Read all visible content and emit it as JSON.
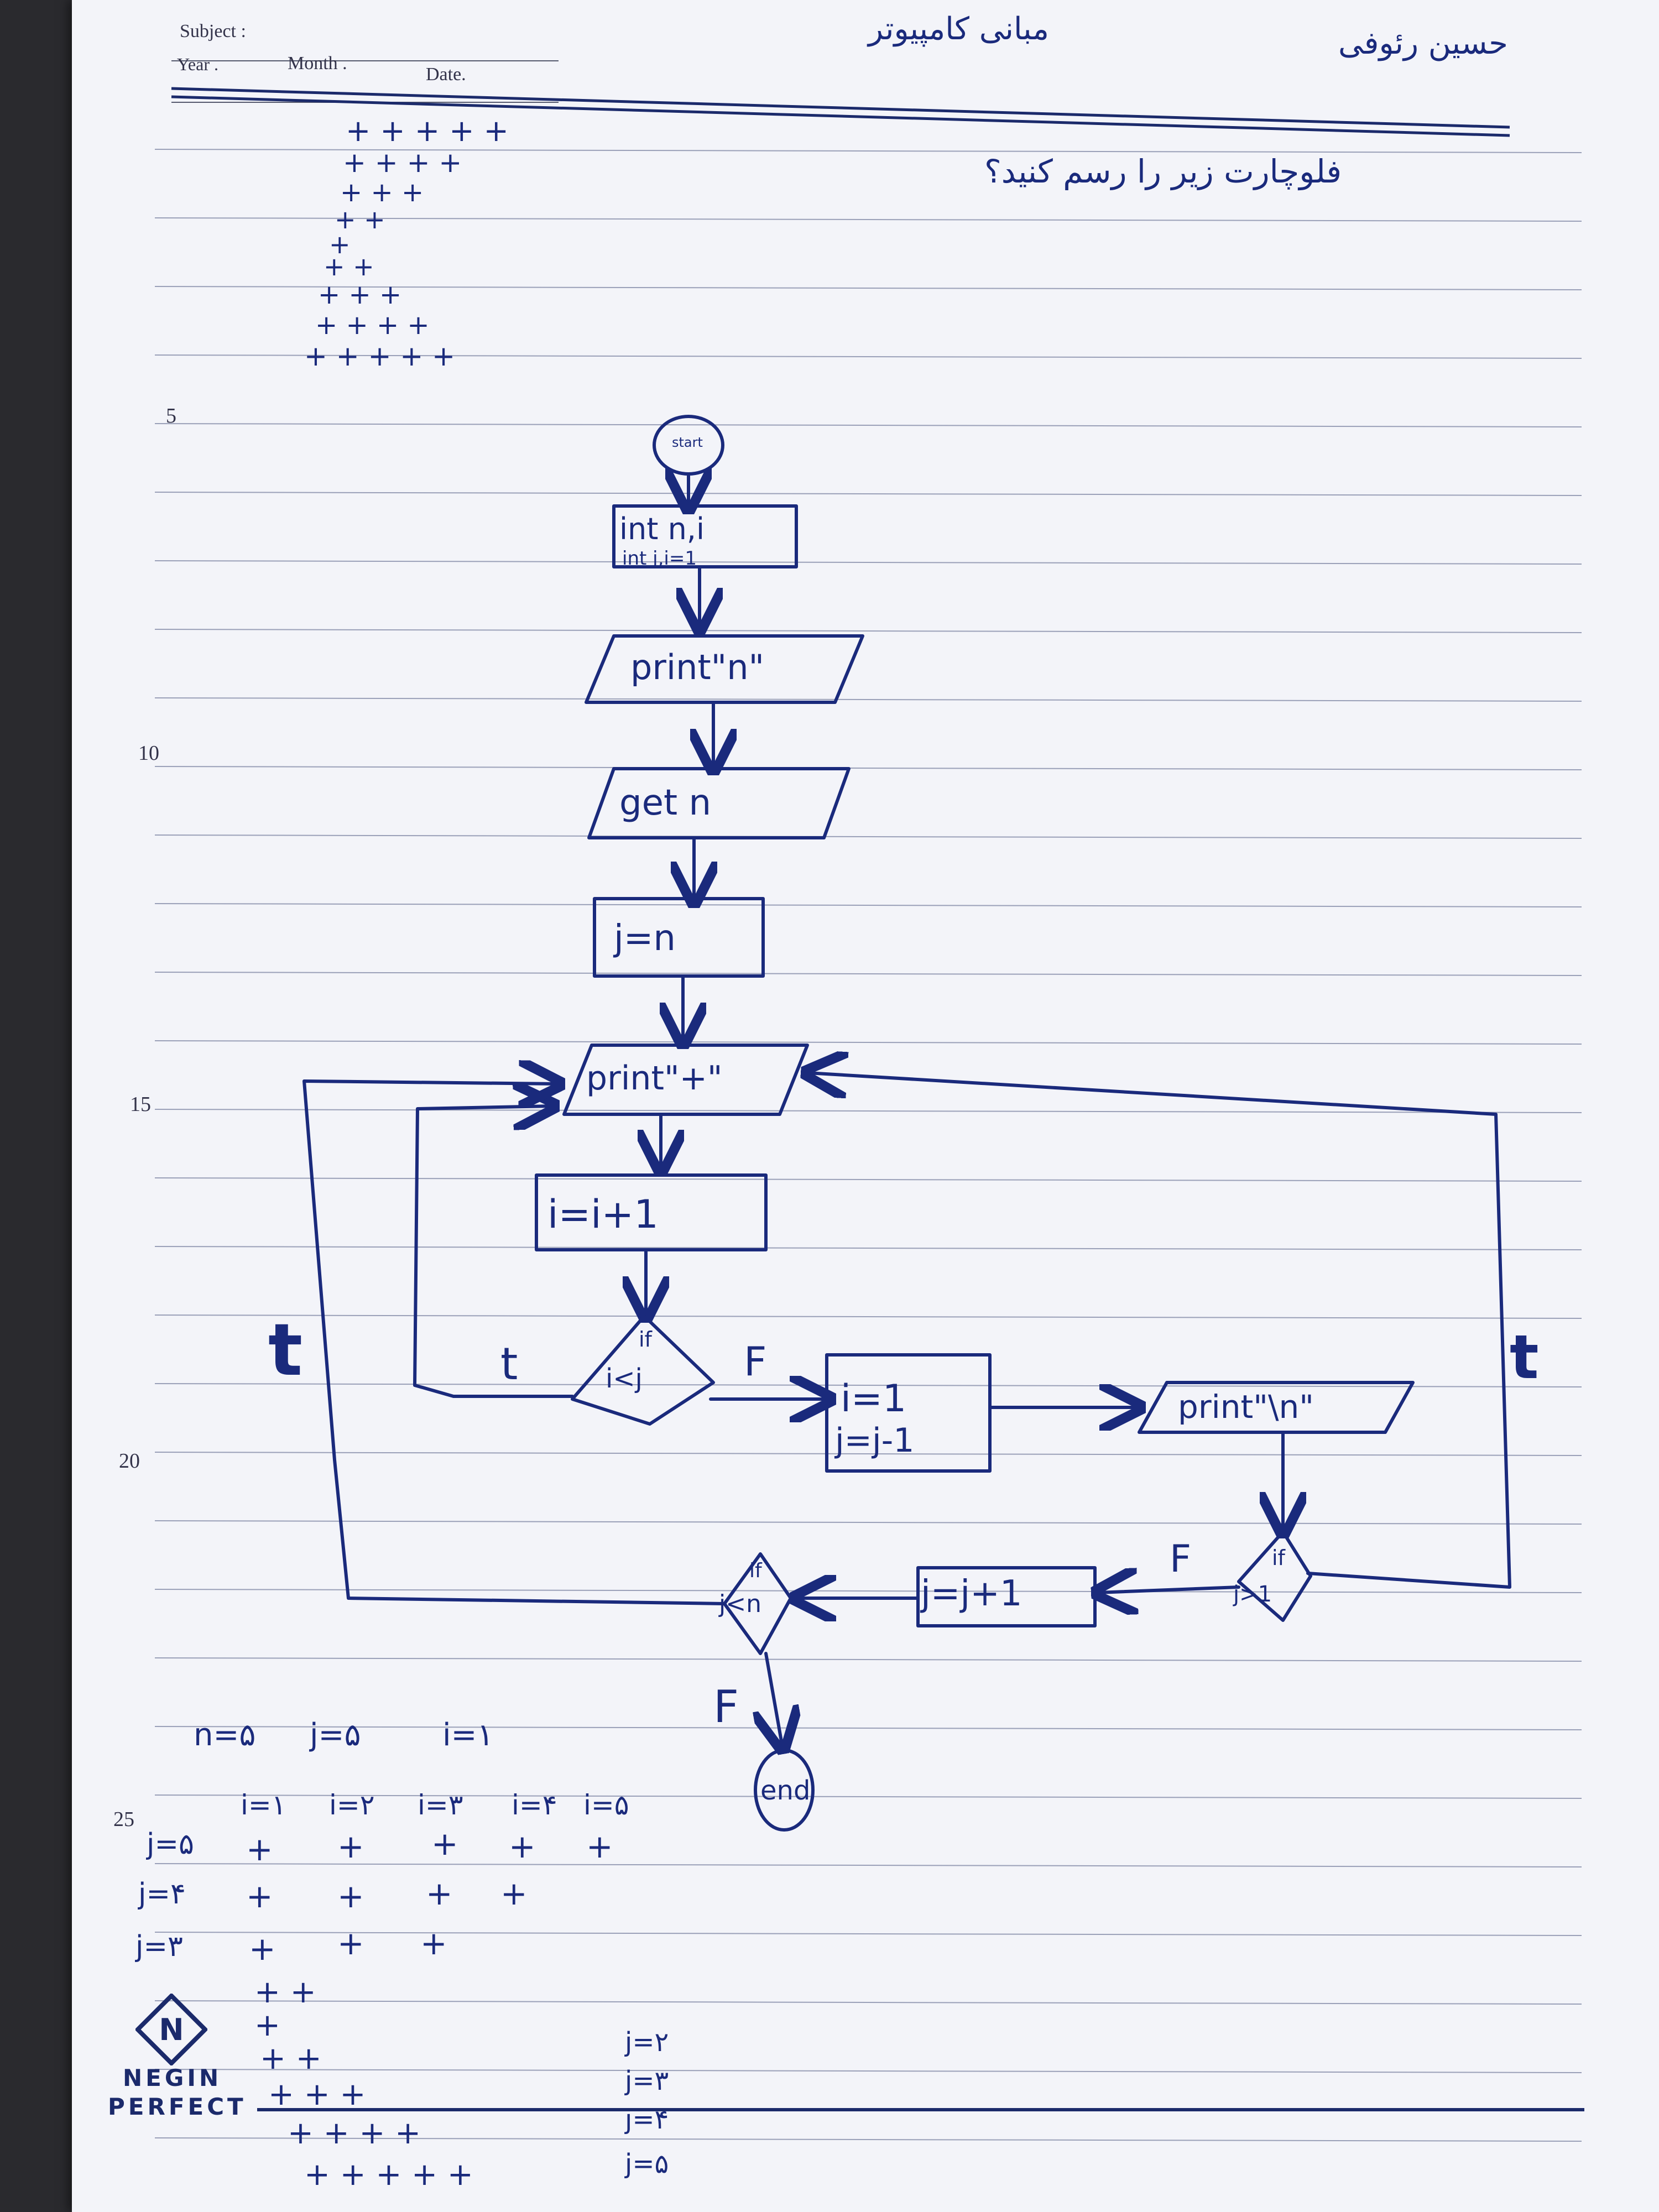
{
  "header": {
    "subject_label": "Subject :",
    "year_label": "Year .",
    "month_label": "Month .",
    "date_label": "Date.",
    "course_title": "مبانی کامپیوتر",
    "student_name": "حسین رئوفی"
  },
  "margin_numbers": [
    "5",
    "10",
    "15",
    "20",
    "25"
  ],
  "question": "فلوچارت زیر را رسم کنید؟",
  "pattern_rows": [
    "+ + + + +",
    "+ + + +",
    "+ + +",
    "+ +",
    "+",
    "+ +",
    "+ + +",
    "+ + + +",
    "+ + + + +"
  ],
  "flowchart": {
    "start": "start",
    "declare_line1": "int n,i",
    "declare_line2": "int j,i=1",
    "print_n": "print\"n\"",
    "get_n": "get n",
    "assign_j": "j=n",
    "print_plus": "print\"+\"",
    "increment_i": "i=i+1",
    "cond_inner_if": "if",
    "cond_inner": "i<j",
    "reset_line1": "i=1",
    "reset_line2": "j=j-1",
    "print_newline": "print\"\\n\"",
    "cond_outer_if": "if",
    "cond_outer": "j>1",
    "increment_j": "j=j+1",
    "cond_final_if": "if",
    "cond_final": "j<n",
    "end": "end",
    "label_t_left": "t",
    "label_t_inner": "t",
    "label_f_inner": "F",
    "label_t_right": "t",
    "label_f_outer": "F",
    "label_f_final": "F"
  },
  "trace": {
    "init": [
      "n=۵",
      "j=۵",
      "i=۱"
    ],
    "i_headers": [
      "i=۱",
      "i=۲",
      "i=۳",
      "i=۴",
      "i=۵"
    ],
    "rows": [
      {
        "label": "j=۵",
        "plus": [
          "+",
          "+",
          "+",
          "+",
          "+"
        ]
      },
      {
        "label": "j=۴",
        "plus": [
          "+",
          "+",
          "+",
          "+"
        ]
      },
      {
        "label": "j=۳",
        "plus": [
          "+",
          "+",
          "+"
        ]
      }
    ],
    "lower_rows": [
      "+ +",
      "+",
      "+ +",
      "+ + +",
      "+ + + +",
      "+ + + + +"
    ],
    "lower_labels": [
      "j=۲",
      "j=۳",
      "j=۴",
      "j=۵"
    ]
  },
  "branding": {
    "logo_letter": "N",
    "line1": "NEGIN",
    "line2": "PERFECT"
  },
  "colors": {
    "ink": "#1a2a7c",
    "paper": "#f3f4f9",
    "rule": "#9aa0b8"
  }
}
